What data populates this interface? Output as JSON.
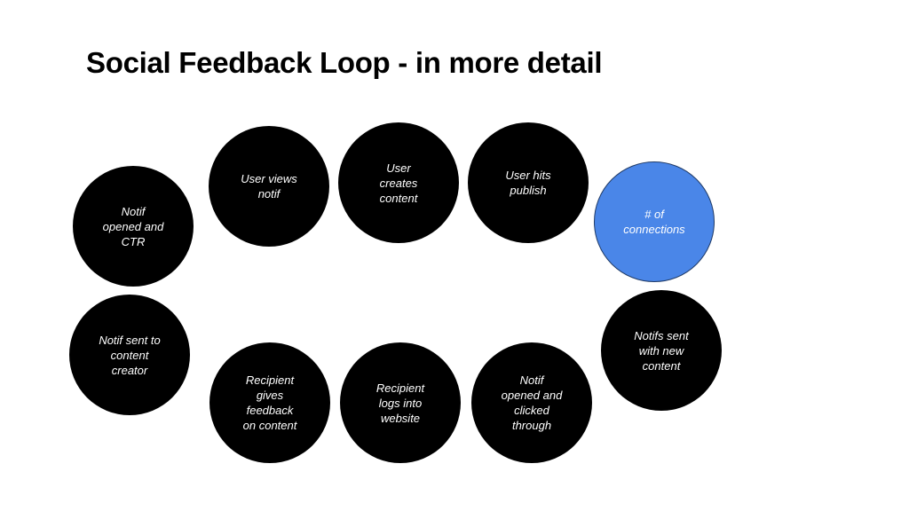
{
  "title": "Social Feedback Loop - in more detail",
  "nodes": [
    {
      "id": "notif-opened-ctr",
      "label": "Notif\nopened and\nCTR",
      "color": "#000000"
    },
    {
      "id": "user-views-notif",
      "label": "User views\nnotif",
      "color": "#000000"
    },
    {
      "id": "user-creates-content",
      "label": "User\ncreates\ncontent",
      "color": "#000000"
    },
    {
      "id": "user-hits-publish",
      "label": "User hits\npublish",
      "color": "#000000"
    },
    {
      "id": "num-connections",
      "label": "# of\nconnections",
      "color": "#4a86e8"
    },
    {
      "id": "notifs-sent-new-content",
      "label": "Notifs sent\nwith new\ncontent",
      "color": "#000000"
    },
    {
      "id": "notif-opened-clicked",
      "label": "Notif\nopened and\nclicked\nthrough",
      "color": "#000000"
    },
    {
      "id": "recipient-logs-in",
      "label": "Recipient\nlogs into\nwebsite",
      "color": "#000000"
    },
    {
      "id": "recipient-gives-feedback",
      "label": "Recipient\ngives\nfeedback\non content",
      "color": "#000000"
    },
    {
      "id": "notif-sent-creator",
      "label": "Notif sent to\ncontent\ncreator",
      "color": "#000000"
    }
  ]
}
